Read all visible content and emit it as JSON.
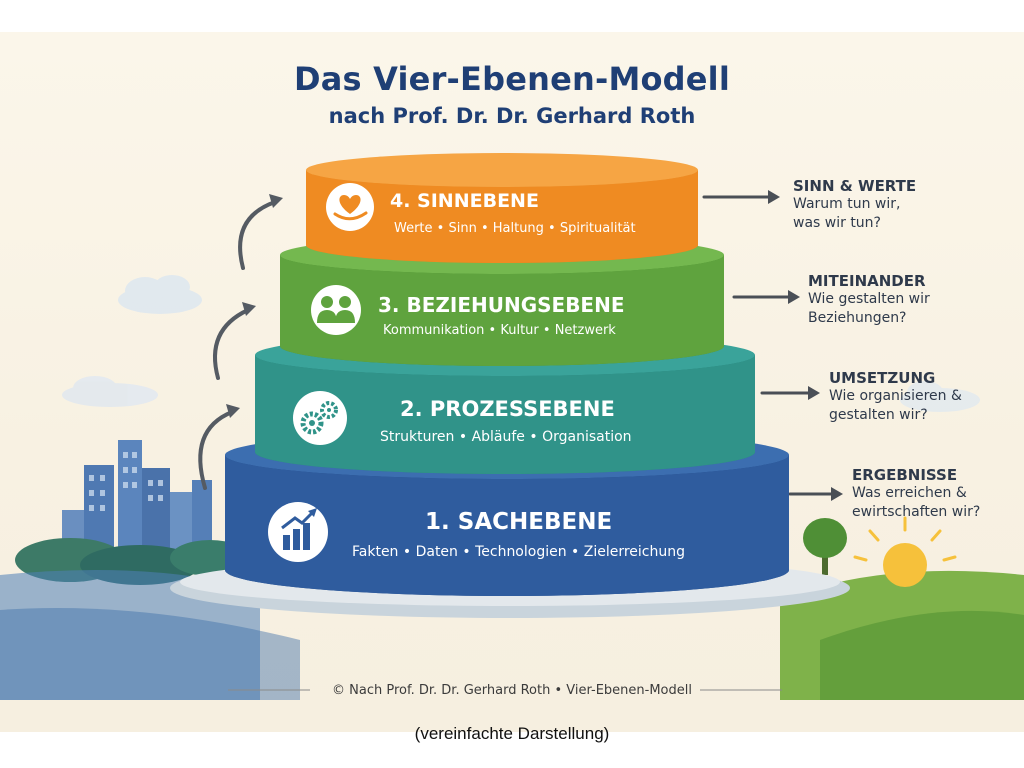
{
  "header": {
    "title": "Das Vier-Ebenen-Modell",
    "subtitle": "nach Prof. Dr. Dr. Gerhard Roth"
  },
  "levels": [
    {
      "title": "4. SINNEBENE",
      "keywords": "Werte • Sinn • Haltung • Spiritualität",
      "icon": "heart-hand-icon",
      "color": "#f08a24",
      "side": {
        "heading": "SINN & WERTE",
        "lines": [
          "Warum tun wir,",
          "was wir tun?"
        ]
      }
    },
    {
      "title": "3. BEZIEHUNGSEBENE",
      "keywords": "Kommunikation • Kultur • Netzwerk",
      "icon": "people-icon",
      "color": "#5ea33d",
      "side": {
        "heading": "MITEINANDER",
        "lines": [
          "Wie gestalten wir",
          "Beziehungen?"
        ]
      }
    },
    {
      "title": "2. PROZESSEBENE",
      "keywords": "Strukturen • Abläufe • Organisation",
      "icon": "gears-icon",
      "color": "#2f8f86",
      "side": {
        "heading": "UMSETZUNG",
        "lines": [
          "Wie organisieren &",
          "gestalten wir?"
        ]
      }
    },
    {
      "title": "1. SACHEBENE",
      "keywords": "Fakten • Daten • Technologien • Zielerreichung",
      "icon": "growth-chart-icon",
      "color": "#2d5f9e",
      "side": {
        "heading": "ERGEBNISSE",
        "lines": [
          "Was erreichen &",
          "ewirtschaften wir?"
        ]
      }
    }
  ],
  "footer": "© Nach Prof. Dr. Dr. Gerhard Roth • Vier-Ebenen-Modell",
  "caption": "(vereinfachte Darstellung)"
}
